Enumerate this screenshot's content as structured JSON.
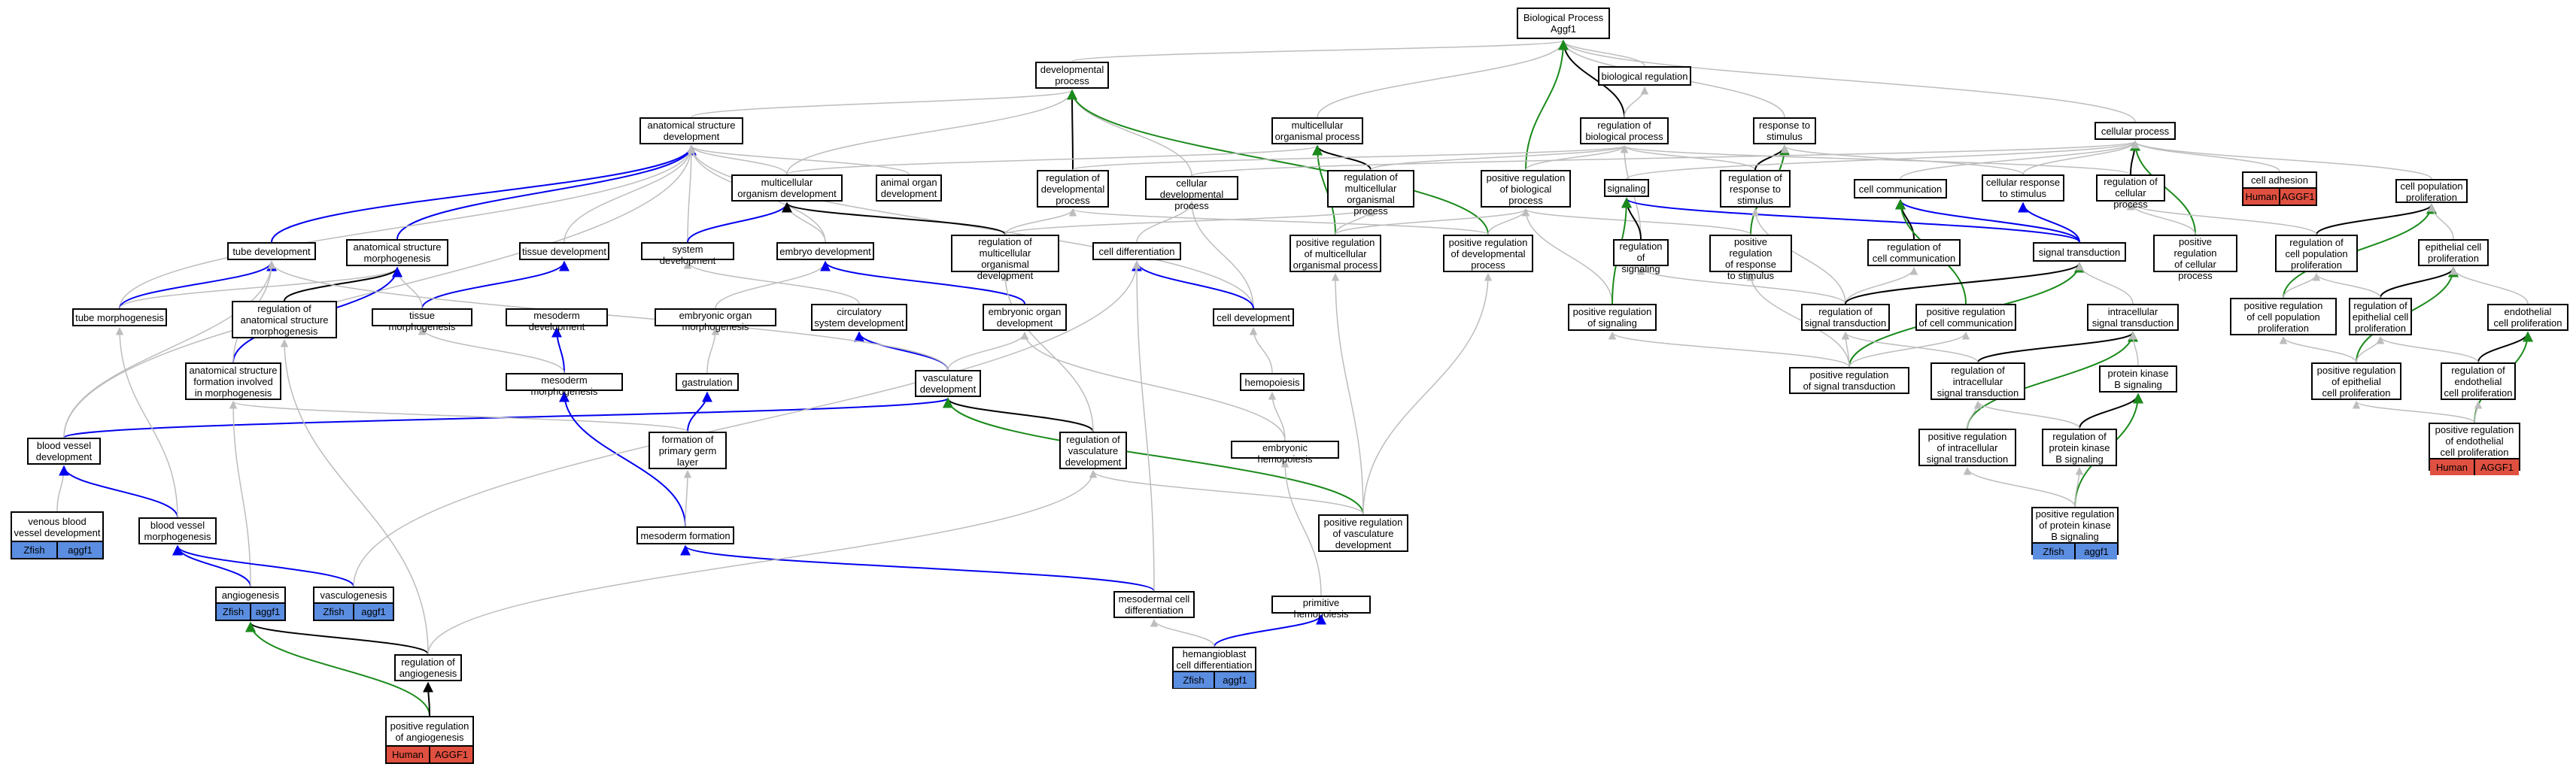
{
  "colors": {
    "gray": "#bdbdbd",
    "black": "#000000",
    "blue": "#0000ee",
    "green": "#1a8a1a",
    "zfish": "#5b8de0",
    "human": "#e05040"
  },
  "nodes": {
    "bp": {
      "label": "Biological Process\nAggf1"
    },
    "bioreg": {
      "label": "biological regulation"
    },
    "devproc": {
      "label": "developmental\nprocess"
    },
    "regbio": {
      "label": "regulation of\nbiological process"
    },
    "resp": {
      "label": "response to\nstimulus"
    },
    "cellproc": {
      "label": "cellular process"
    },
    "anatdev": {
      "label": "anatomical structure\ndevelopment"
    },
    "multiproc": {
      "label": "multicellular\norganismal process"
    },
    "multidev": {
      "label": "multicellular\norganism development"
    },
    "animaldev": {
      "label": "animal organ\ndevelopment"
    },
    "regdev": {
      "label": "regulation of\ndevelopmental\nprocess"
    },
    "celldevproc": {
      "label": "cellular developmental\nprocess"
    },
    "regmultiproc": {
      "label": "regulation of\nmulticellular\norganismal process"
    },
    "posregbio": {
      "label": "positive regulation\nof biological\nprocess"
    },
    "signaling": {
      "label": "signaling"
    },
    "regresp": {
      "label": "regulation of\nresponse to\nstimulus"
    },
    "cellcomm": {
      "label": "cell communication"
    },
    "cellresp": {
      "label": "cellular response\nto stimulus"
    },
    "regcellproc": {
      "label": "regulation of\ncellular process"
    },
    "celladh": {
      "label": "cell adhesion",
      "tags": [
        "Human",
        "AGGF1"
      ]
    },
    "cellpopprol": {
      "label": "cell population\nproliferation"
    },
    "tubedev": {
      "label": "tube development"
    },
    "anatmorph": {
      "label": "anatomical structure\nmorphogenesis"
    },
    "tissuedev": {
      "label": "tissue development"
    },
    "sysdev": {
      "label": "system development"
    },
    "embryodev": {
      "label": "embryo development"
    },
    "regmultidev": {
      "label": "regulation of\nmulticellular\norganismal development"
    },
    "celldiff": {
      "label": "cell differentiation"
    },
    "posregmultiproc": {
      "label": "positive regulation\nof multicellular\norganismal process"
    },
    "posregdev": {
      "label": "positive regulation\nof developmental\nprocess"
    },
    "regsig": {
      "label": "regulation of\nsignaling"
    },
    "posregresp": {
      "label": "positive regulation\nof response\nto stimulus"
    },
    "regcellcomm": {
      "label": "regulation of\ncell communication"
    },
    "sigtrans": {
      "label": "signal transduction"
    },
    "posregcellproc": {
      "label": "positive regulation\nof cellular\nprocess"
    },
    "regcellpop": {
      "label": "regulation of\ncell population\nproliferation"
    },
    "epiprol": {
      "label": "epithelial cell\nproliferation"
    },
    "tubemorph": {
      "label": "tube morphogenesis"
    },
    "reganatmorph": {
      "label": "regulation of\nanatomical structure\nmorphogenesis"
    },
    "tissuemorph": {
      "label": "tissue morphogenesis"
    },
    "mesodev": {
      "label": "mesoderm development"
    },
    "embryoorgmorph": {
      "label": "embryonic organ morphogenesis"
    },
    "circdev": {
      "label": "circulatory\nsystem development"
    },
    "embryoorgdev": {
      "label": "embryonic organ\ndevelopment"
    },
    "celldev": {
      "label": "cell development"
    },
    "posregsig": {
      "label": "positive regulation\nof signaling"
    },
    "regsigtrans": {
      "label": "regulation of\nsignal transduction"
    },
    "posregcellcomm": {
      "label": "positive regulation\nof cell communication"
    },
    "intrasig": {
      "label": "intracellular\nsignal transduction"
    },
    "posregcellpop": {
      "label": "positive regulation\nof cell population\nproliferation"
    },
    "regepiprol": {
      "label": "regulation of\nepithelial cell\nproliferation"
    },
    "endoprol": {
      "label": "endothelial\ncell proliferation"
    },
    "anatform": {
      "label": "anatomical structure\nformation involved\nin morphogenesis"
    },
    "mesomorph": {
      "label": "mesoderm morphogenesis"
    },
    "gastrulation": {
      "label": "gastrulation"
    },
    "vascdev": {
      "label": "vasculature\ndevelopment"
    },
    "hemopoiesis": {
      "label": "hemopoiesis"
    },
    "posregsigtrans": {
      "label": "positive regulation\nof signal transduction"
    },
    "regintrasig": {
      "label": "regulation of\nintracellular\nsignal transduction"
    },
    "pkb": {
      "label": "protein kinase\nB signaling"
    },
    "posregepiprol": {
      "label": "positive regulation\nof epithelial\ncell proliferation"
    },
    "regendoprol": {
      "label": "regulation of\nendothelial\ncell proliferation"
    },
    "bvdev": {
      "label": "blood vessel\ndevelopment"
    },
    "formprim": {
      "label": "formation of\nprimary germ\nlayer"
    },
    "regvascdev": {
      "label": "regulation of\nvasculature\ndevelopment"
    },
    "embryohemo": {
      "label": "embryonic hemopoiesis"
    },
    "posregintrasig": {
      "label": "positive regulation\nof intracellular\nsignal transduction"
    },
    "regpkb": {
      "label": "regulation of\nprotein kinase\nB signaling"
    },
    "posregendoprol": {
      "label": "positive regulation\nof endothelial\ncell proliferation",
      "tags": [
        "Human",
        "AGGF1"
      ]
    },
    "venousdev": {
      "label": "venous blood\nvessel development",
      "tags": [
        "Zfish",
        "aggf1"
      ]
    },
    "bvmorph": {
      "label": "blood vessel\nmorphogenesis"
    },
    "mesoform": {
      "label": "mesoderm formation"
    },
    "posregvascdev": {
      "label": "positive regulation\nof vasculature\ndevelopment"
    },
    "posregpkb": {
      "label": "positive regulation\nof protein kinase\nB signaling",
      "tags": [
        "Zfish",
        "aggf1"
      ]
    },
    "angio": {
      "label": "angiogenesis",
      "tags": [
        "Zfish",
        "aggf1"
      ]
    },
    "vasculo": {
      "label": "vasculogenesis",
      "tags": [
        "Zfish",
        "aggf1"
      ]
    },
    "mesodiff": {
      "label": "mesodermal cell\ndifferentiation"
    },
    "primhemo": {
      "label": "primitive hemopoiesis"
    },
    "regangio": {
      "label": "regulation of\nangiogenesis"
    },
    "hemangio": {
      "label": "hemangioblast\ncell differentiation",
      "tags": [
        "Zfish",
        "aggf1"
      ]
    },
    "posregangio": {
      "label": "positive regulation\nof angiogenesis",
      "tags": [
        "Human",
        "AGGF1"
      ]
    }
  },
  "edges": [
    [
      "bioreg",
      "bp",
      "gray"
    ],
    [
      "devproc",
      "bp",
      "gray"
    ],
    [
      "regbio",
      "bp",
      "black"
    ],
    [
      "resp",
      "bp",
      "gray"
    ],
    [
      "cellproc",
      "bp",
      "gray"
    ],
    [
      "multiproc",
      "bp",
      "gray"
    ],
    [
      "posregbio",
      "bp",
      "green"
    ],
    [
      "regbio",
      "bioreg",
      "gray"
    ],
    [
      "anatdev",
      "devproc",
      "gray"
    ],
    [
      "regdev",
      "devproc",
      "black"
    ],
    [
      "celldevproc",
      "devproc",
      "gray"
    ],
    [
      "multidev",
      "devproc",
      "gray"
    ],
    [
      "posregdev",
      "devproc",
      "green"
    ],
    [
      "multidev",
      "multiproc",
      "gray"
    ],
    [
      "regmultiproc",
      "multiproc",
      "black"
    ],
    [
      "posregmultiproc",
      "multiproc",
      "green"
    ],
    [
      "regdev",
      "regbio",
      "gray"
    ],
    [
      "regmultiproc",
      "regbio",
      "gray"
    ],
    [
      "posregbio",
      "regbio",
      "gray"
    ],
    [
      "regresp",
      "regbio",
      "gray"
    ],
    [
      "regsig",
      "regbio",
      "gray"
    ],
    [
      "regcellproc",
      "regbio",
      "gray"
    ],
    [
      "regresp",
      "resp",
      "black"
    ],
    [
      "posregresp",
      "resp",
      "green"
    ],
    [
      "cellresp",
      "resp",
      "gray"
    ],
    [
      "cellcomm",
      "cellproc",
      "gray"
    ],
    [
      "cellresp",
      "cellproc",
      "gray"
    ],
    [
      "regcellproc",
      "cellproc",
      "black"
    ],
    [
      "posregcellproc",
      "cellproc",
      "green"
    ],
    [
      "celladh",
      "cellproc",
      "gray"
    ],
    [
      "cellpopprol",
      "cellproc",
      "gray"
    ],
    [
      "celldevproc",
      "cellproc",
      "gray"
    ],
    [
      "signaling",
      "cellproc",
      "gray"
    ],
    [
      "multidev",
      "anatdev",
      "gray"
    ],
    [
      "animaldev",
      "anatdev",
      "gray"
    ],
    [
      "anatmorph",
      "anatdev",
      "blue"
    ],
    [
      "tubedev",
      "anatdev",
      "blue"
    ],
    [
      "tissuedev",
      "anatdev",
      "gray"
    ],
    [
      "sysdev",
      "anatdev",
      "gray"
    ],
    [
      "embryodev",
      "anatdev",
      "gray"
    ],
    [
      "celldev",
      "anatdev",
      "gray"
    ],
    [
      "tubemorph",
      "anatdev",
      "gray"
    ],
    [
      "bvdev",
      "anatdev",
      "gray"
    ],
    [
      "sysdev",
      "multidev",
      "blue"
    ],
    [
      "embryodev",
      "multidev",
      "gray"
    ],
    [
      "regmultidev",
      "multidev",
      "black"
    ],
    [
      "celldiff",
      "celldevproc",
      "gray"
    ],
    [
      "celldev",
      "celldevproc",
      "gray"
    ],
    [
      "regmultidev",
      "regdev",
      "gray"
    ],
    [
      "regmultidev",
      "regmultiproc",
      "gray"
    ],
    [
      "posregdev",
      "regdev",
      "gray"
    ],
    [
      "posregmultiproc",
      "regmultiproc",
      "gray"
    ],
    [
      "posregmultiproc",
      "posregbio",
      "gray"
    ],
    [
      "posregdev",
      "posregbio",
      "gray"
    ],
    [
      "posregresp",
      "posregbio",
      "gray"
    ],
    [
      "posregsig",
      "posregbio",
      "gray"
    ],
    [
      "sigtrans",
      "signaling",
      "blue"
    ],
    [
      "regsig",
      "signaling",
      "black"
    ],
    [
      "posregsig",
      "signaling",
      "green"
    ],
    [
      "sigtrans",
      "cellcomm",
      "blue"
    ],
    [
      "regcellcomm",
      "cellcomm",
      "black"
    ],
    [
      "posregcellcomm",
      "cellcomm",
      "green"
    ],
    [
      "sigtrans",
      "cellresp",
      "blue"
    ],
    [
      "regsigtrans",
      "regsig",
      "gray"
    ],
    [
      "regsigtrans",
      "regcellcomm",
      "gray"
    ],
    [
      "regsigtrans",
      "regresp",
      "gray"
    ],
    [
      "regsigtrans",
      "sigtrans",
      "black"
    ],
    [
      "posregsigtrans",
      "sigtrans",
      "green"
    ],
    [
      "posregsigtrans",
      "regsigtrans",
      "gray"
    ],
    [
      "posregsigtrans",
      "posregsig",
      "gray"
    ],
    [
      "posregsigtrans",
      "posregresp",
      "gray"
    ],
    [
      "posregsigtrans",
      "posregcellcomm",
      "gray"
    ],
    [
      "intrasig",
      "sigtrans",
      "gray"
    ],
    [
      "regintrasig",
      "intrasig",
      "black"
    ],
    [
      "posregintrasig",
      "intrasig",
      "green"
    ],
    [
      "pkb",
      "intrasig",
      "gray"
    ],
    [
      "regpkb",
      "pkb",
      "black"
    ],
    [
      "posregpkb",
      "pkb",
      "green"
    ],
    [
      "regintrasig",
      "regsigtrans",
      "gray"
    ],
    [
      "posregintrasig",
      "regintrasig",
      "gray"
    ],
    [
      "regpkb",
      "regintrasig",
      "gray"
    ],
    [
      "posregpkb",
      "regpkb",
      "gray"
    ],
    [
      "posregpkb",
      "posregintrasig",
      "gray"
    ],
    [
      "regcellpop",
      "cellpopprol",
      "black"
    ],
    [
      "posregcellpop",
      "cellpopprol",
      "green"
    ],
    [
      "epiprol",
      "cellpopprol",
      "gray"
    ],
    [
      "regcellpop",
      "regcellproc",
      "gray"
    ],
    [
      "posregcellpop",
      "regcellpop",
      "gray"
    ],
    [
      "posregcellproc",
      "regcellproc",
      "gray"
    ],
    [
      "regepiprol",
      "epiprol",
      "black"
    ],
    [
      "posregepiprol",
      "epiprol",
      "green"
    ],
    [
      "endoprol",
      "epiprol",
      "gray"
    ],
    [
      "regendoprol",
      "endoprol",
      "black"
    ],
    [
      "posregendoprol",
      "endoprol",
      "green"
    ],
    [
      "regepiprol",
      "regcellpop",
      "gray"
    ],
    [
      "posregepiprol",
      "regepiprol",
      "gray"
    ],
    [
      "posregepiprol",
      "posregcellpop",
      "gray"
    ],
    [
      "regendoprol",
      "regepiprol",
      "gray"
    ],
    [
      "posregendoprol",
      "regendoprol",
      "gray"
    ],
    [
      "posregendoprol",
      "posregepiprol",
      "gray"
    ],
    [
      "tubemorph",
      "tubedev",
      "blue"
    ],
    [
      "tubemorph",
      "anatmorph",
      "gray"
    ],
    [
      "reganatmorph",
      "anatmorph",
      "black"
    ],
    [
      "tissuemorph",
      "tissuedev",
      "blue"
    ],
    [
      "tissuemorph",
      "anatmorph",
      "gray"
    ],
    [
      "embryoorgmorph",
      "embryodev",
      "gray"
    ],
    [
      "circdev",
      "sysdev",
      "gray"
    ],
    [
      "embryoorgdev",
      "embryodev",
      "blue"
    ],
    [
      "celldev",
      "celldiff",
      "blue"
    ],
    [
      "anatform",
      "anatmorph",
      "blue"
    ],
    [
      "anatform",
      "tubedev",
      "gray"
    ],
    [
      "mesomorph",
      "mesodev",
      "blue"
    ],
    [
      "mesomorph",
      "tissuemorph",
      "gray"
    ],
    [
      "gastrulation",
      "embryoorgmorph",
      "gray"
    ],
    [
      "vascdev",
      "circdev",
      "blue"
    ],
    [
      "vascdev",
      "tubedev",
      "gray"
    ],
    [
      "vascdev",
      "embryoorgdev",
      "gray"
    ],
    [
      "hemopoiesis",
      "celldev",
      "gray"
    ],
    [
      "bvdev",
      "vascdev",
      "blue"
    ],
    [
      "bvdev",
      "tubedev",
      "gray"
    ],
    [
      "formprim",
      "gastrulation",
      "blue"
    ],
    [
      "formprim",
      "anatform",
      "gray"
    ],
    [
      "regvascdev",
      "vascdev",
      "black"
    ],
    [
      "regvascdev",
      "regmultidev",
      "gray"
    ],
    [
      "embryohemo",
      "hemopoiesis",
      "gray"
    ],
    [
      "embryohemo",
      "embryoorgdev",
      "gray"
    ],
    [
      "venousdev",
      "bvdev",
      "gray"
    ],
    [
      "bvmorph",
      "bvdev",
      "blue"
    ],
    [
      "bvmorph",
      "tubemorph",
      "gray"
    ],
    [
      "mesoform",
      "mesomorph",
      "blue"
    ],
    [
      "mesoform",
      "formprim",
      "gray"
    ],
    [
      "posregvascdev",
      "vascdev",
      "green"
    ],
    [
      "posregvascdev",
      "regvascdev",
      "gray"
    ],
    [
      "posregvascdev",
      "posregdev",
      "gray"
    ],
    [
      "posregvascdev",
      "posregmultiproc",
      "gray"
    ],
    [
      "angio",
      "bvmorph",
      "blue"
    ],
    [
      "angio",
      "anatform",
      "gray"
    ],
    [
      "vasculo",
      "bvmorph",
      "blue"
    ],
    [
      "vasculo",
      "celldiff",
      "gray"
    ],
    [
      "mesodiff",
      "mesoform",
      "blue"
    ],
    [
      "mesodiff",
      "celldiff",
      "gray"
    ],
    [
      "primhemo",
      "embryohemo",
      "gray"
    ],
    [
      "regangio",
      "angio",
      "black"
    ],
    [
      "regangio",
      "regvascdev",
      "gray"
    ],
    [
      "regangio",
      "reganatmorph",
      "gray"
    ],
    [
      "hemangio",
      "primhemo",
      "blue"
    ],
    [
      "hemangio",
      "mesodiff",
      "gray"
    ],
    [
      "posregangio",
      "angio",
      "green"
    ],
    [
      "posregangio",
      "regangio",
      "black"
    ]
  ]
}
